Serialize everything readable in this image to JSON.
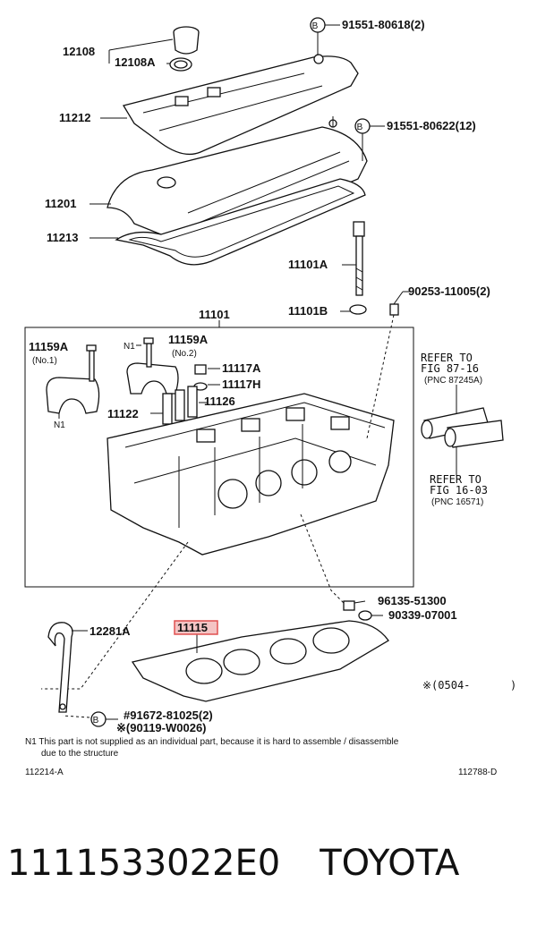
{
  "labels": {
    "p12108": "12108",
    "p12108a": "12108A",
    "p91551_80618": "91551-80618(2)",
    "p11212": "11212",
    "p91551_80622": "91551-80622(12)",
    "p11201": "11201",
    "p11213": "11213",
    "p11101a": "11101A",
    "p11101b": "11101B",
    "p90253": "90253-11005(2)",
    "p11101": "11101",
    "p11159a_1": "11159A",
    "no1": "(No.1)",
    "n1_a": "N1",
    "p11159a_2": "11159A",
    "no2": "(No.2)",
    "p11117a": "11117A",
    "p11117h": "11117H",
    "p11122": "11122",
    "p11126": "11126",
    "n1_b": "N1",
    "refer1_a": "REFER TO",
    "refer1_b": "FIG 87-16",
    "refer1_c": "(PNC 87245A)",
    "refer2_a": "REFER TO",
    "refer2_b": "FIG 16-03",
    "refer2_c": "(PNC 16571)",
    "p96135": "96135-51300",
    "p90339": "90339-07001",
    "p12281a": "12281A",
    "p11115": "11115",
    "p0504": "※(0504-",
    "p0504_close": ")",
    "p91672": "#91672-81025(2)",
    "p90119": "※(90119-W0026)",
    "b": "B",
    "note_line1": "N1  This part is not supplied as an individual part, because it is hard to assemble / disassemble",
    "note_line2": "due to the structure",
    "code_left": "112214-A",
    "code_right": "112788-D"
  },
  "highlight_color": "#e05050",
  "footer": {
    "part_number": "1111533022E0",
    "brand": "TOYOTA"
  }
}
